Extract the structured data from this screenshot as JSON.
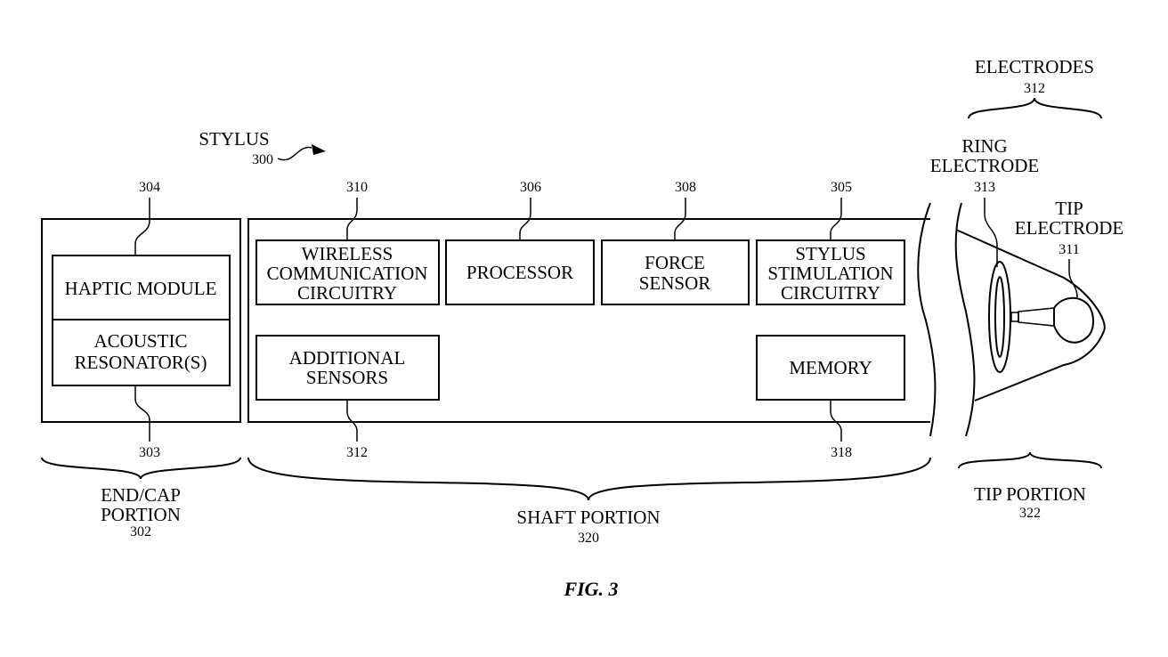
{
  "stylus": {
    "name": "STYLUS",
    "ref": "300"
  },
  "components": {
    "haptic": {
      "label": "HAPTIC MODULE",
      "ref": "304"
    },
    "acoustic": {
      "line1": "ACOUSTIC",
      "line2": "RESONATOR(S)",
      "ref": "303"
    },
    "wireless": {
      "line1": "WIRELESS",
      "line2": "COMMUNICATION",
      "line3": "CIRCUITRY",
      "ref": "310"
    },
    "processor": {
      "label": "PROCESSOR",
      "ref": "306"
    },
    "force": {
      "line1": "FORCE",
      "line2": "SENSOR",
      "ref": "308"
    },
    "stimulation": {
      "line1": "STYLUS",
      "line2": "STIMULATION",
      "line3": "CIRCUITRY",
      "ref": "305"
    },
    "additional": {
      "line1": "ADDITIONAL",
      "line2": "SENSORS",
      "ref": "312"
    },
    "memory": {
      "label": "MEMORY",
      "ref": "318"
    }
  },
  "electrodes": {
    "group": {
      "label": "ELECTRODES",
      "ref": "312"
    },
    "ring": {
      "line1": "RING",
      "line2": "ELECTRODE",
      "ref": "313"
    },
    "tip": {
      "line1": "TIP",
      "line2": "ELECTRODE",
      "ref": "311"
    }
  },
  "portions": {
    "endcap": {
      "line1": "END/CAP",
      "line2": "PORTION",
      "ref": "302"
    },
    "shaft": {
      "label": "SHAFT PORTION",
      "ref": "320"
    },
    "tip": {
      "label": "TIP PORTION",
      "ref": "322"
    }
  },
  "caption": "FIG. 3"
}
